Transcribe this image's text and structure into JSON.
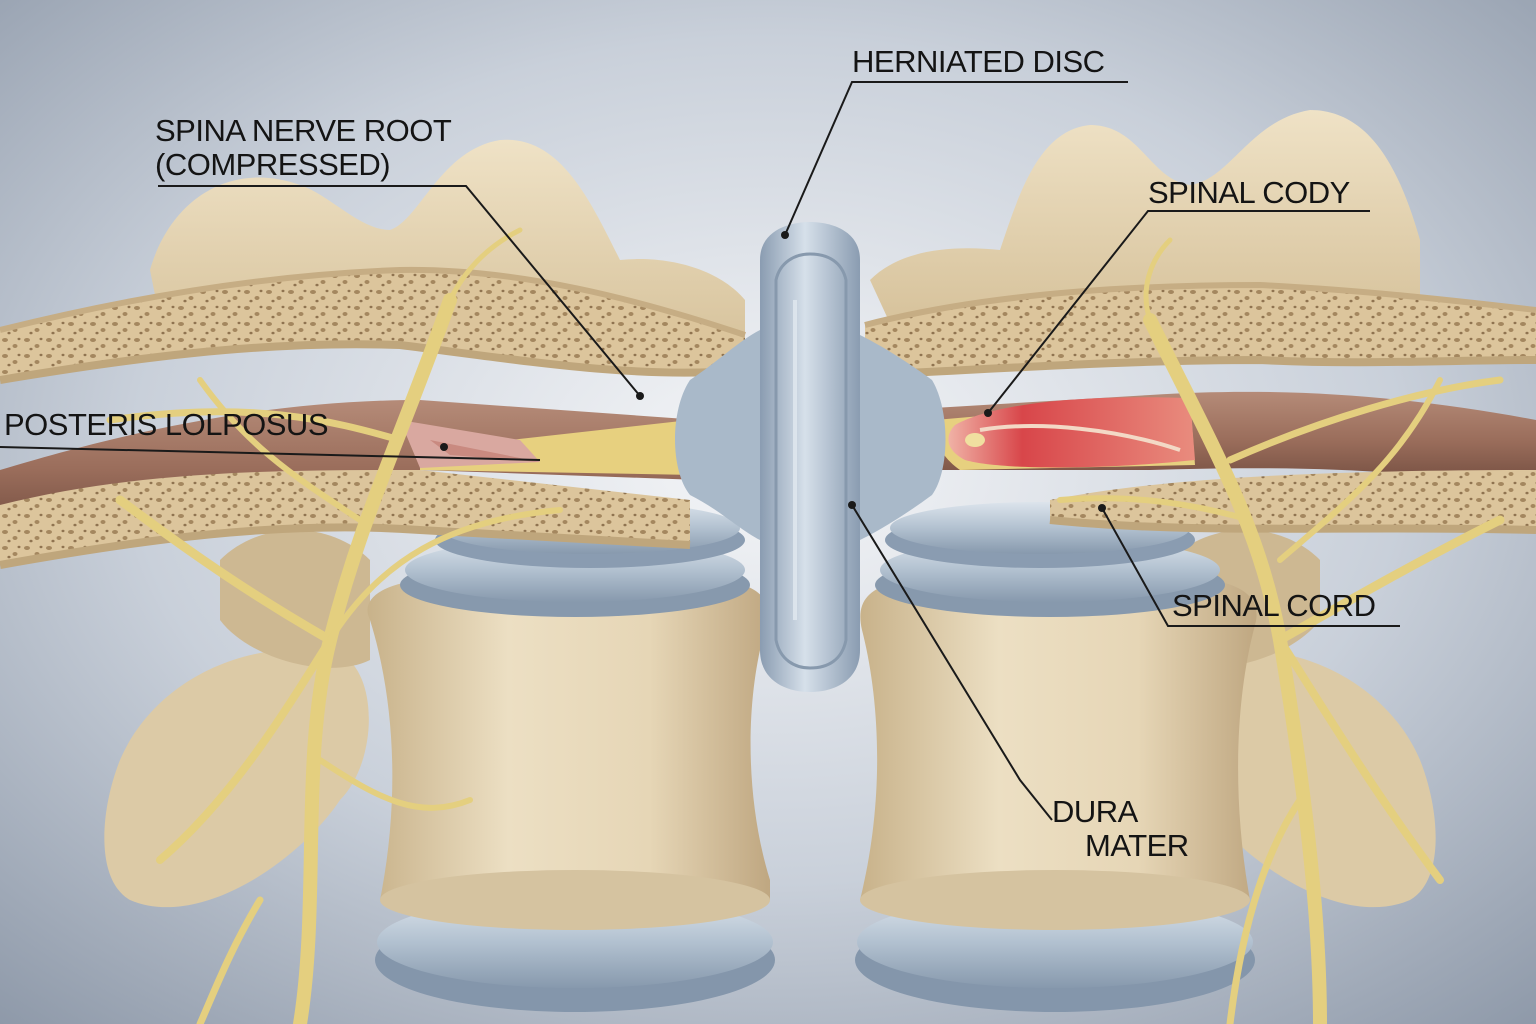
{
  "labels": {
    "herniated_disc": "HERNIATED DISC",
    "nerve_root_line1": "SPINA NERVE ROOT",
    "nerve_root_line2": "(COMPRESSED)",
    "spinal_cody": "SPINAL CODY",
    "posteris_lolposus": "POSTERIS LOLPOSUS",
    "spinal_cord": "SPINAL CORD",
    "dura_line1": "DURA",
    "dura_line2": "MATER"
  },
  "colors": {
    "background_center": "#f2f4f6",
    "background_edge": "#8f9aa9",
    "bone": "#e6d4b2",
    "bone_shadow": "#b9a27d",
    "bone_pores": "#a4875f",
    "disc": "#b7c5d3",
    "disc_shadow": "#8093a8",
    "nerve": "#e9d589",
    "cord": "#9c6f5e",
    "inflammation": "#d8464a",
    "leader_line": "#1a1a1a"
  }
}
